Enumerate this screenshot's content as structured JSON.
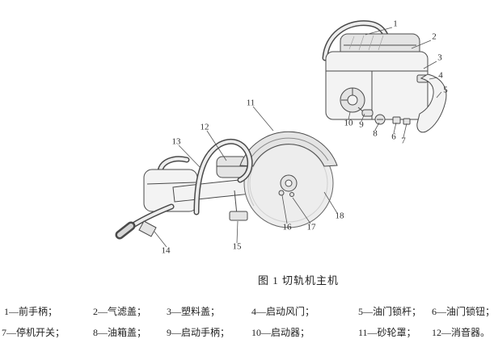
{
  "colors": {
    "paper": "#ffffff",
    "ink": "#2e2e2e"
  },
  "figure": {
    "caption": "图 1 切轨机主机"
  },
  "callouts": {
    "c1": "1",
    "c2": "2",
    "c3": "3",
    "c4": "4",
    "c5": "5",
    "c6": "6",
    "c7": "7",
    "c8": "8",
    "c9": "9",
    "c10": "10",
    "c11": "11",
    "c12": "12",
    "c13": "13",
    "c14": "14",
    "c15": "15",
    "c16": "16",
    "c17": "17",
    "c18": "18"
  },
  "legend": {
    "items": [
      "1—前手柄；",
      "2—气滤盖；",
      "3—塑料盖；",
      "4—启动风门；",
      "5—油门锁杆；",
      "6—油门锁钮；",
      "7—停机开关；",
      "8—油箱盖；",
      "9—启动手柄；",
      "10—启动器；",
      "11—砂轮罩；",
      "12—消音器。"
    ]
  }
}
